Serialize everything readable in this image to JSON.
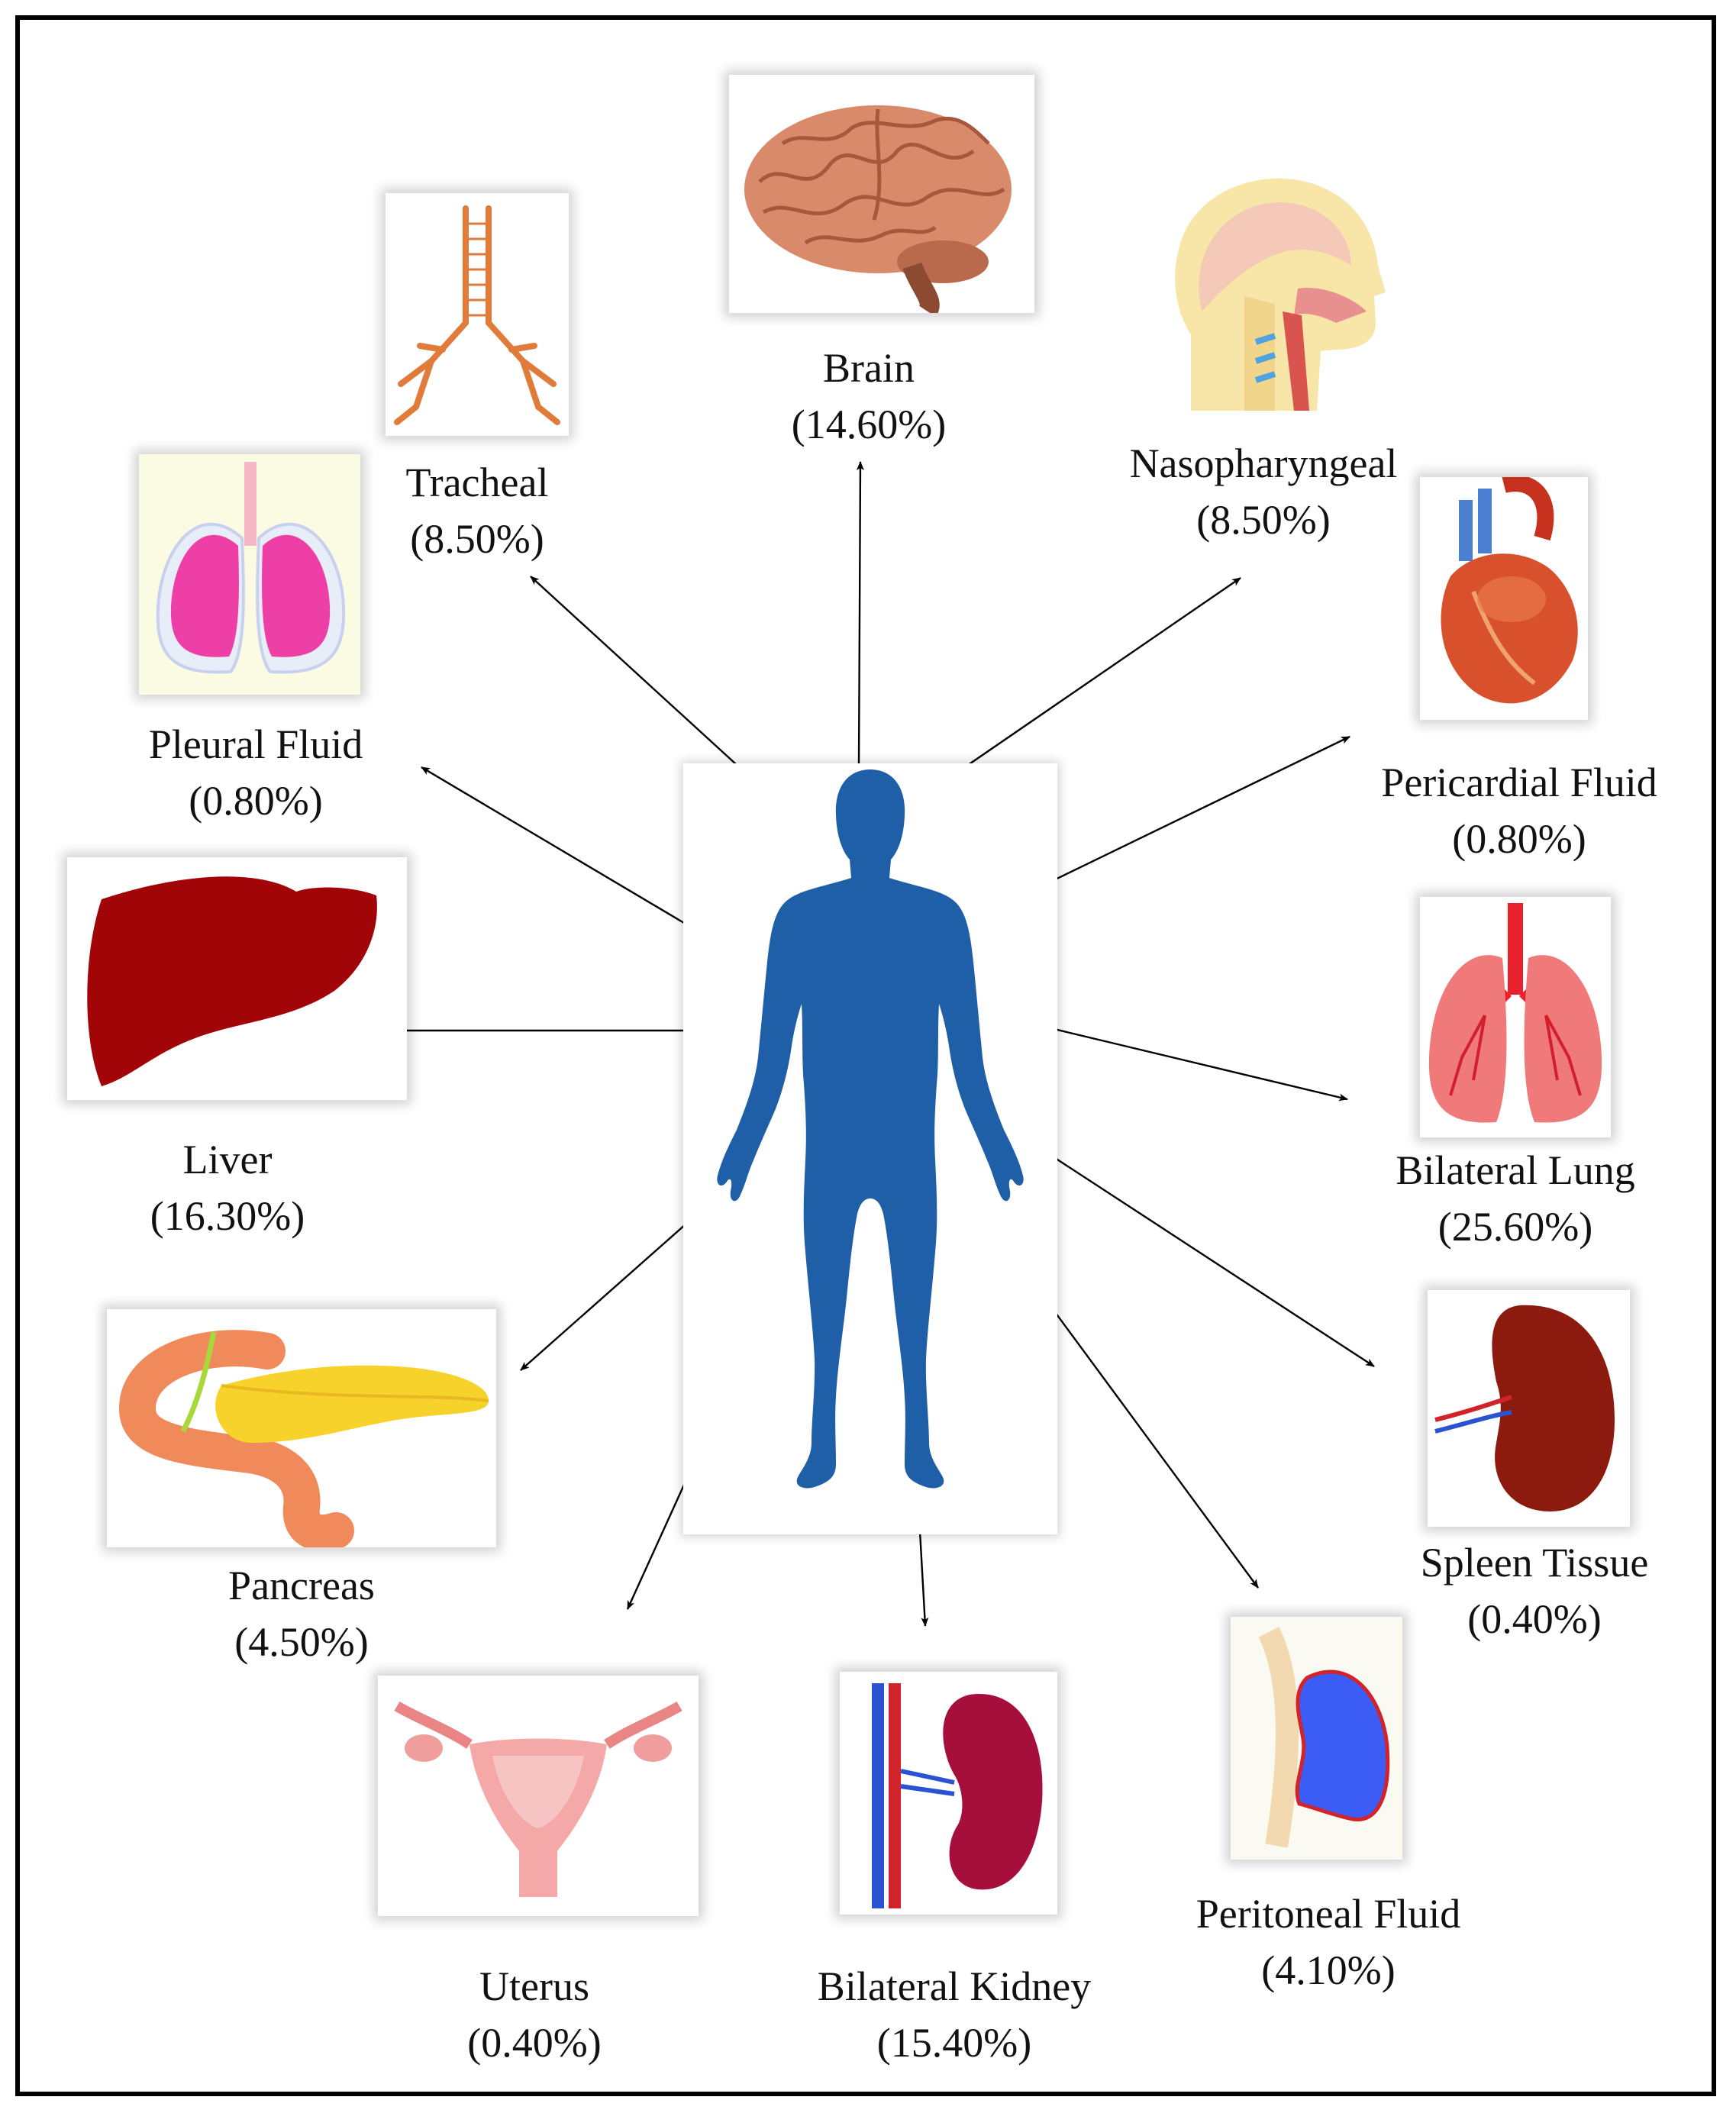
{
  "organs": [
    {
      "id": "brain",
      "name": "Brain",
      "percent": "(14.60%)",
      "icon": "brain-icon"
    },
    {
      "id": "tracheal",
      "name": "Tracheal",
      "percent": "(8.50%)",
      "icon": "trachea-icon"
    },
    {
      "id": "nasopharyngeal",
      "name": "Nasopharyngeal",
      "percent": "(8.50%)",
      "icon": "head-section-icon"
    },
    {
      "id": "pleural-fluid",
      "name": "Pleural Fluid",
      "percent": "(0.80%)",
      "icon": "lungs-pink-icon"
    },
    {
      "id": "pericardial-fluid",
      "name": "Pericardial Fluid",
      "percent": "(0.80%)",
      "icon": "heart-icon"
    },
    {
      "id": "liver",
      "name": "Liver",
      "percent": "(16.30%)",
      "icon": "liver-icon"
    },
    {
      "id": "bilateral-lung",
      "name": "Bilateral Lung",
      "percent": "(25.60%)",
      "icon": "lungs-red-icon"
    },
    {
      "id": "pancreas",
      "name": "Pancreas",
      "percent": "(4.50%)",
      "icon": "pancreas-icon"
    },
    {
      "id": "spleen-tissue",
      "name": "Spleen Tissue",
      "percent": "(0.40%)",
      "icon": "spleen-icon"
    },
    {
      "id": "uterus",
      "name": "Uterus",
      "percent": "(0.40%)",
      "icon": "uterus-icon"
    },
    {
      "id": "bilateral-kidney",
      "name": "Bilateral Kidney",
      "percent": "(15.40%)",
      "icon": "kidney-icon"
    },
    {
      "id": "peritoneal-fluid",
      "name": "Peritoneal Fluid",
      "percent": "(4.10%)",
      "icon": "peritoneum-icon"
    }
  ],
  "center_icon": "human-body-icon"
}
